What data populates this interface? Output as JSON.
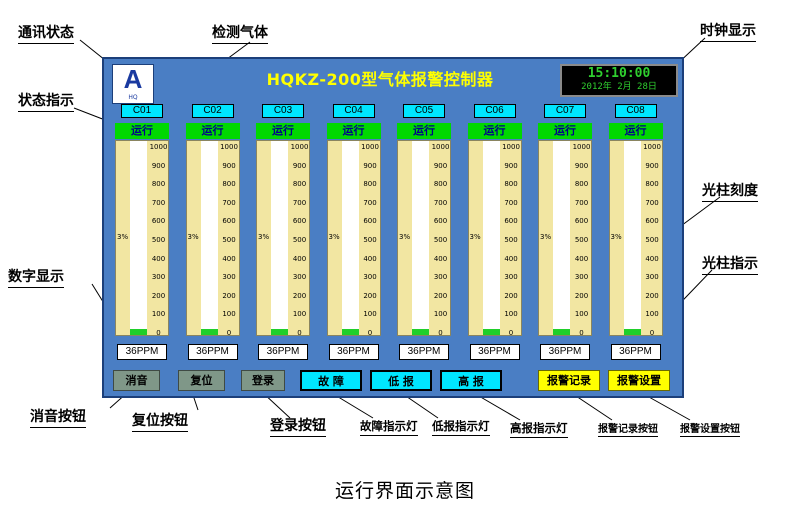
{
  "header": {
    "title": "HQKZ-200型气体报警控制器",
    "logo_mark": "A",
    "logo_sub": "HQ"
  },
  "clock": {
    "time": "15:10:00",
    "date": "2012年 2月 28日"
  },
  "scale_ticks": [
    "1000",
    "900",
    "800",
    "700",
    "600",
    "500",
    "400",
    "300",
    "200",
    "100",
    "0"
  ],
  "channels": [
    {
      "code": "C01",
      "status": "运行",
      "percent": "3%",
      "reading": "36PPM",
      "level": 0.03
    },
    {
      "code": "C02",
      "status": "运行",
      "percent": "3%",
      "reading": "36PPM",
      "level": 0.03
    },
    {
      "code": "C03",
      "status": "运行",
      "percent": "3%",
      "reading": "36PPM",
      "level": 0.03
    },
    {
      "code": "C04",
      "status": "运行",
      "percent": "3%",
      "reading": "36PPM",
      "level": 0.03
    },
    {
      "code": "C05",
      "status": "运行",
      "percent": "3%",
      "reading": "36PPM",
      "level": 0.03
    },
    {
      "code": "C06",
      "status": "运行",
      "percent": "3%",
      "reading": "36PPM",
      "level": 0.03
    },
    {
      "code": "C07",
      "status": "运行",
      "percent": "3%",
      "reading": "36PPM",
      "level": 0.03
    },
    {
      "code": "C08",
      "status": "运行",
      "percent": "3%",
      "reading": "36PPM",
      "level": 0.03
    }
  ],
  "buttons": {
    "mute": "消音",
    "reset": "复位",
    "login": "登录",
    "fault": "故 障",
    "low_alarm": "低 报",
    "high_alarm": "高 报",
    "alarm_record": "报警记录",
    "alarm_settings": "报警设置"
  },
  "callouts": {
    "comm_status": "通讯状态",
    "detected_gas": "检测气体",
    "clock_display": "时钟显示",
    "status_indicator": "状态指示",
    "bar_scale": "光柱刻度",
    "digital_display": "数字显示",
    "bar_indicator": "光柱指示",
    "mute_button": "消音按钮",
    "reset_button": "复位按钮",
    "login_button": "登录按钮",
    "fault_light": "故障指示灯",
    "low_alarm_light": "低报指示灯",
    "high_alarm_light": "高报指示灯",
    "alarm_record_button": "报警记录按钮",
    "alarm_settings_button": "报警设置按钮"
  },
  "caption": "运行界面示意图",
  "colors": {
    "panel": "#4a7ec4",
    "title": "#ffff00",
    "indicator": "#00e6ff",
    "status_green": "#00d800",
    "gauge_bg": "#f2e6a2",
    "clock_text": "#2fd02f",
    "function_button": "#ffff00"
  }
}
